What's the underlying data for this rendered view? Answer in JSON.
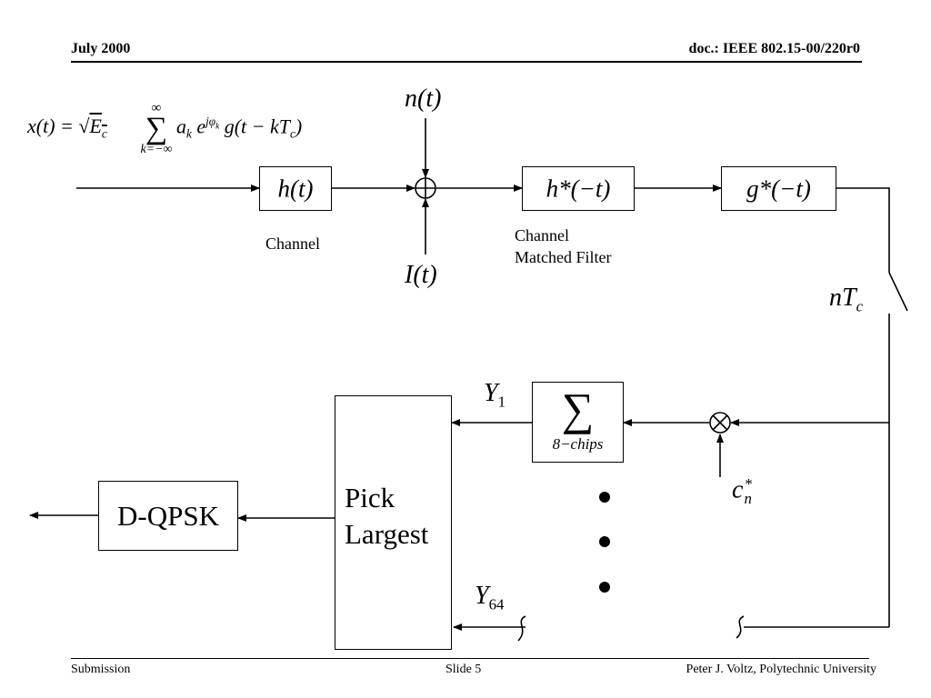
{
  "header": {
    "date": "July 2000",
    "doc": "doc.: IEEE 802.15-00/220r0"
  },
  "footer": {
    "left": "Submission",
    "center": "Slide 5",
    "right": "Peter J. Voltz, Polytechnic University"
  },
  "equation": {
    "lhs": "x(t) = ",
    "sqrt_term": "E",
    "sqrt_sub": "c",
    "sum_top": "∞",
    "sum_symbol": "∑",
    "sum_bottom": "k=−∞",
    "a": "a",
    "a_sub": "k",
    "exp_base": "e",
    "exp_sup": "jφ",
    "exp_sup_sub": "k",
    "g_term": "g(t − kT",
    "g_sub": "c",
    "g_close": ")"
  },
  "blocks": {
    "channel": "h(t)",
    "matched_filter": "h*(−t)",
    "chip_filter": "g*(−t)",
    "summer_symbol": "∑",
    "summer_sub": "8−chips",
    "pick_line1": "Pick",
    "pick_line2": "Largest",
    "dqpsk": "D-QPSK"
  },
  "captions": {
    "channel": "Channel",
    "matched_line1": "Channel",
    "matched_line2": "Matched Filter"
  },
  "signals": {
    "noise": "n(t)",
    "interference": "I(t)",
    "sampler_base": "nT",
    "sampler_sub": "c",
    "code_base": "c",
    "code_sup": "*",
    "code_sub": "n",
    "y1_base": "Y",
    "y1_sub": "1",
    "y64_base": "Y",
    "y64_sub": "64"
  }
}
